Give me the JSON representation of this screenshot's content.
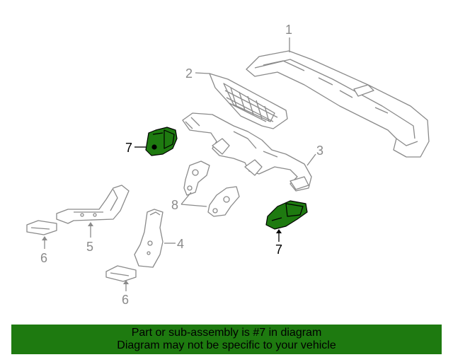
{
  "callouts": {
    "c1": "1",
    "c2": "2",
    "c3": "3",
    "c4": "4",
    "c5": "5",
    "c6a": "6",
    "c6b": "6",
    "c7a": "7",
    "c7b": "7",
    "c8": "8"
  },
  "banner": {
    "line1": "Part or sub-assembly is #7 in diagram",
    "line2": "Diagram may not be specific to your vehicle"
  },
  "colors": {
    "highlight": "#1e7a10",
    "line_art": "#8a8a8a",
    "banner_bg": "#1e7a10"
  }
}
